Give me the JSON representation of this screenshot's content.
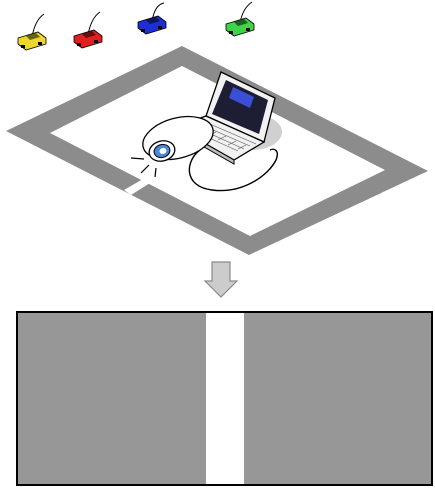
{
  "colors": {
    "track": "#8c8c8c",
    "panel": "#979797",
    "stripe": "#ffffff",
    "outline": "#000000",
    "arrow_fill": "#cccccc",
    "arrow_stroke": "#8a8a8a",
    "laptop_shell": "#f2f2f2",
    "laptop_screen": "#1d1d33",
    "laptop_window": "#3a4fd6",
    "camera_lens": "#4a86d9",
    "shadow": "#d0d0d0"
  },
  "cars": [
    {
      "name": "yellow-car",
      "color": "#ecd82a"
    },
    {
      "name": "red-car",
      "color": "#e11f1f"
    },
    {
      "name": "blue-car",
      "color": "#1d2fd1"
    },
    {
      "name": "green-car",
      "color": "#3fd34a"
    }
  ],
  "icons": {
    "camera": "camera-icon",
    "laptop": "laptop-icon",
    "arrow": "down-arrow-icon"
  }
}
